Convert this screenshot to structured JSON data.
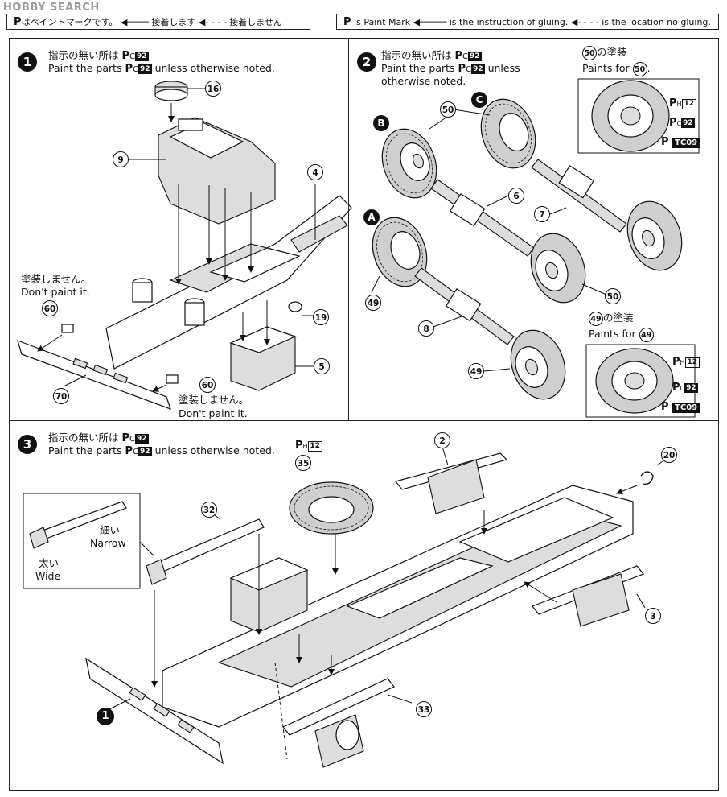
{
  "watermark": "HOBBY SEARCH",
  "legend_jp": {
    "paint_mark_text": "はペイントマークです。",
    "glue_text": "接着します",
    "no_glue_text": "接着しません"
  },
  "legend_en": {
    "paint_mark_text": "is Paint Mark",
    "glue_text": "is the instruction of gluing.",
    "no_glue_text": "is the location no gluing."
  },
  "steps": [
    {
      "number": "1",
      "instruction_jp": "指示の無い所は",
      "instruction_en": "Paint the parts",
      "instruction_en_tail": "unless otherwise noted.",
      "paint_code": "92",
      "no_paint_jp": "塗装しません。",
      "no_paint_en": "Don't paint it.",
      "parts": [
        "16",
        "9",
        "4",
        "60",
        "19",
        "70",
        "5",
        "60"
      ]
    },
    {
      "number": "2",
      "instruction_jp": "指示の無い所は",
      "instruction_en": "Paint the parts",
      "instruction_en_tail": "unless",
      "instruction_en_tail2": "otherwise noted.",
      "paint_code": "92",
      "sub_labels": [
        "B",
        "C",
        "A"
      ],
      "parts": [
        "50",
        "6",
        "7",
        "49",
        "8",
        "50",
        "49"
      ],
      "detail_50": {
        "part": "50",
        "title_jp": "の塗装",
        "title_en": "Paints for",
        "ph_code": "12",
        "pc_code": "92",
        "tc_code": "TC09"
      },
      "detail_49": {
        "part": "49",
        "title_jp": "の塗装",
        "title_en": "Paints for",
        "ph_code": "12",
        "pc_code": "92",
        "tc_code": "TC09"
      }
    },
    {
      "number": "3",
      "instruction_jp": "指示の無い所は",
      "instruction_en": "Paint the parts",
      "instruction_en_tail": "unless otherwise noted.",
      "paint_code": "92",
      "spare_ph_code": "12",
      "narrow_jp": "細い",
      "narrow_en": "Narrow",
      "wide_jp": "太い",
      "wide_en": "Wide",
      "parts": [
        "2",
        "35",
        "32",
        "20",
        "3",
        "33"
      ],
      "sub_label": "1"
    }
  ],
  "paint_prefix_pc": "C",
  "paint_prefix_ph": "H"
}
